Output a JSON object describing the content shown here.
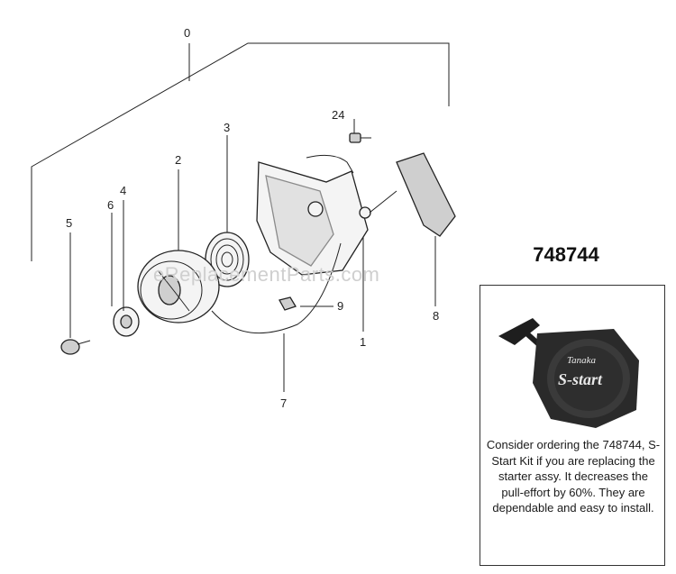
{
  "callouts": {
    "c0": "0",
    "c1": "1",
    "c2": "2",
    "c3": "3",
    "c4": "4",
    "c5": "5",
    "c6": "6",
    "c7": "7",
    "c8": "8",
    "c9": "9",
    "c24": "24"
  },
  "watermark": "eReplacementParts.com",
  "kit": {
    "number": "748744",
    "brand": "Tanaka",
    "logo": "S-start",
    "description": "Consider ordering the 748744, S-Start Kit if  you are replacing the starter assy. It decreases the pull-effort by 60%. They are dependable and easy to install."
  }
}
